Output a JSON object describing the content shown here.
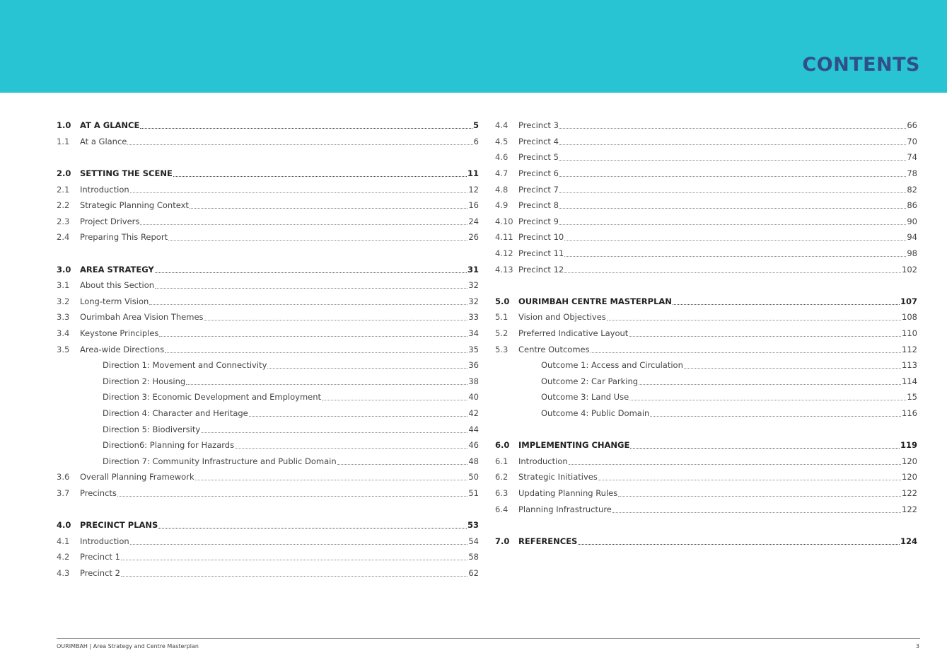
{
  "header": {
    "title": "CONTENTS",
    "band_color": "#29c4d4",
    "title_color": "#2f4f8a"
  },
  "toc": {
    "left": [
      {
        "type": "major",
        "num": "1.0",
        "label": "AT A GLANCE",
        "page": "5"
      },
      {
        "type": "item",
        "num": "1.1",
        "label": "At a Glance",
        "page": "6"
      },
      {
        "type": "gap"
      },
      {
        "type": "major",
        "num": "2.0",
        "label": "SETTING THE SCENE",
        "page": "11"
      },
      {
        "type": "item",
        "num": "2.1",
        "label": "Introduction",
        "page": "12"
      },
      {
        "type": "item",
        "num": "2.2",
        "label": "Strategic Planning Context",
        "page": "16"
      },
      {
        "type": "item",
        "num": "2.3",
        "label": "Project Drivers",
        "page": "24"
      },
      {
        "type": "item",
        "num": "2.4",
        "label": "Preparing This Report",
        "page": "26"
      },
      {
        "type": "gap"
      },
      {
        "type": "major",
        "num": "3.0",
        "label": "AREA STRATEGY",
        "page": "31"
      },
      {
        "type": "item",
        "num": "3.1",
        "label": "About this Section",
        "page": "32"
      },
      {
        "type": "item",
        "num": "3.2",
        "label": "Long-term Vision",
        "page": "32"
      },
      {
        "type": "item",
        "num": "3.3",
        "label": "Ourimbah Area Vision Themes",
        "page": "33"
      },
      {
        "type": "item",
        "num": "3.4",
        "label": "Keystone Principles",
        "page": "34"
      },
      {
        "type": "item",
        "num": "3.5",
        "label": "Area-wide Directions",
        "page": "35"
      },
      {
        "type": "sub",
        "num": "",
        "label": "Direction 1: Movement and Connectivity",
        "page": "36"
      },
      {
        "type": "sub",
        "num": "",
        "label": "Direction 2: Housing",
        "page": "38"
      },
      {
        "type": "sub",
        "num": "",
        "label": "Direction 3: Economic Development and Employment",
        "page": "40"
      },
      {
        "type": "sub",
        "num": "",
        "label": "Direction 4: Character and Heritage",
        "page": "42"
      },
      {
        "type": "sub",
        "num": "",
        "label": "Direction 5: Biodiversity",
        "page": "44"
      },
      {
        "type": "sub",
        "num": "",
        "label": "Direction6: Planning for Hazards",
        "page": "46"
      },
      {
        "type": "sub",
        "num": "",
        "label": "Direction 7: Community Infrastructure and Public Domain",
        "page": "48"
      },
      {
        "type": "item",
        "num": "3.6",
        "label": "Overall Planning Framework",
        "page": "50"
      },
      {
        "type": "item",
        "num": "3.7",
        "label": "Precincts",
        "page": "51"
      },
      {
        "type": "gap"
      },
      {
        "type": "major",
        "num": "4.0",
        "label": "PRECINCT PLANS",
        "page": "53"
      },
      {
        "type": "item",
        "num": "4.1",
        "label": "Introduction",
        "page": "54"
      },
      {
        "type": "item",
        "num": "4.2",
        "label": "Precinct 1",
        "page": "58"
      },
      {
        "type": "item",
        "num": "4.3",
        "label": "Precinct 2",
        "page": "62"
      }
    ],
    "right": [
      {
        "type": "item",
        "num": "4.4",
        "label": "Precinct 3",
        "page": "66"
      },
      {
        "type": "item",
        "num": "4.5",
        "label": "Precinct 4",
        "page": "70"
      },
      {
        "type": "item",
        "num": "4.6",
        "label": "Precinct 5",
        "page": "74"
      },
      {
        "type": "item",
        "num": "4.7",
        "label": "Precinct 6",
        "page": "78"
      },
      {
        "type": "item",
        "num": "4.8",
        "label": "Precinct 7",
        "page": "82"
      },
      {
        "type": "item",
        "num": "4.9",
        "label": "Precinct 8",
        "page": "86"
      },
      {
        "type": "item",
        "num": "4.10",
        "label": "Precinct 9",
        "page": "90"
      },
      {
        "type": "item",
        "num": "4.11",
        "label": "Precinct 10",
        "page": "94"
      },
      {
        "type": "item",
        "num": "4.12",
        "label": "Precinct 11",
        "page": "98"
      },
      {
        "type": "item",
        "num": "4.13",
        "label": "Precinct 12",
        "page": "102"
      },
      {
        "type": "gap"
      },
      {
        "type": "major",
        "num": "5.0",
        "label": "OURIMBAH CENTRE MASTERPLAN",
        "page": "107"
      },
      {
        "type": "item",
        "num": "5.1",
        "label": "Vision and Objectives",
        "page": "108"
      },
      {
        "type": "item",
        "num": "5.2",
        "label": "Preferred Indicative Layout",
        "page": "110"
      },
      {
        "type": "item",
        "num": "5.3",
        "label": "Centre Outcomes",
        "page": "112"
      },
      {
        "type": "sub",
        "num": "",
        "label": "Outcome 1: Access and Circulation",
        "page": "113"
      },
      {
        "type": "sub",
        "num": "",
        "label": "Outcome 2: Car Parking",
        "page": "114"
      },
      {
        "type": "sub",
        "num": "",
        "label": "Outcome 3: Land Use",
        "page": "15"
      },
      {
        "type": "sub",
        "num": "",
        "label": "Outcome 4: Public Domain",
        "page": "116"
      },
      {
        "type": "gap"
      },
      {
        "type": "major",
        "num": "6.0",
        "label": "IMPLEMENTING CHANGE",
        "page": "119"
      },
      {
        "type": "item",
        "num": "6.1",
        "label": "Introduction",
        "page": "120"
      },
      {
        "type": "item",
        "num": "6.2",
        "label": "Strategic Initiatives",
        "page": "120"
      },
      {
        "type": "item",
        "num": "6.3",
        "label": "Updating Planning Rules",
        "page": "122"
      },
      {
        "type": "item",
        "num": "6.4",
        "label": "Planning Infrastructure",
        "page": "122"
      },
      {
        "type": "gap"
      },
      {
        "type": "major",
        "num": "7.0",
        "label": "REFERENCES",
        "page": "124"
      }
    ]
  },
  "footer": {
    "text": "OURIMBAH | Area Strategy and Centre Masterplan",
    "page_number": "3"
  }
}
